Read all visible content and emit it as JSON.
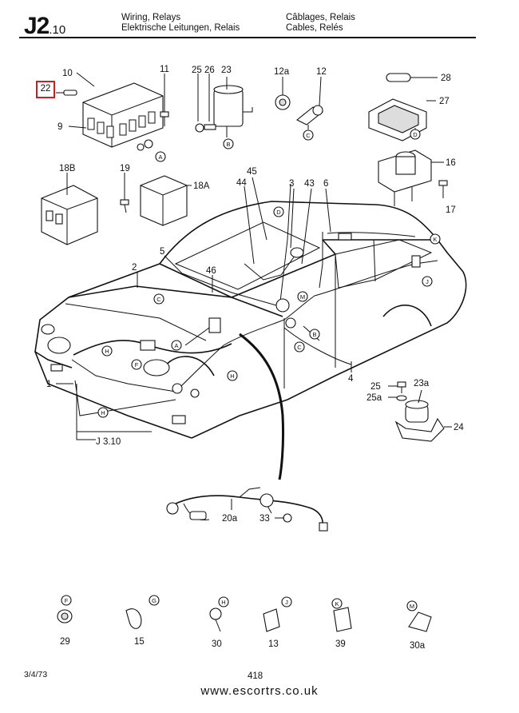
{
  "header": {
    "code": "J2",
    "subcode": ".10",
    "title_en": "Wiring, Relays",
    "title_de": "Elektrische Leitungen, Relais",
    "title_fr": "Câblages, Relais",
    "title_es": "Cables, Relés"
  },
  "footer": {
    "date": "3/4/73",
    "page": "418",
    "url": "www.escortrs.co.uk"
  },
  "highlight": {
    "label": "22",
    "color": "#cc1f1f"
  },
  "callouts": [
    {
      "id": "c10",
      "text": "10"
    },
    {
      "id": "c9",
      "text": "9"
    },
    {
      "id": "c11",
      "text": "11"
    },
    {
      "id": "c25a",
      "text": "25"
    },
    {
      "id": "c26",
      "text": "26"
    },
    {
      "id": "c23",
      "text": "23"
    },
    {
      "id": "c12a",
      "text": "12a"
    },
    {
      "id": "c12",
      "text": "12"
    },
    {
      "id": "c28",
      "text": "28"
    },
    {
      "id": "c27",
      "text": "27"
    },
    {
      "id": "c16",
      "text": "16"
    },
    {
      "id": "c17",
      "text": "17"
    },
    {
      "id": "c18B",
      "text": "18B"
    },
    {
      "id": "c19",
      "text": "19"
    },
    {
      "id": "c18A",
      "text": "18A"
    },
    {
      "id": "c45",
      "text": "45"
    },
    {
      "id": "c44",
      "text": "44"
    },
    {
      "id": "c3",
      "text": "3"
    },
    {
      "id": "c43",
      "text": "43"
    },
    {
      "id": "c6",
      "text": "6"
    },
    {
      "id": "c5",
      "text": "5"
    },
    {
      "id": "c2",
      "text": "2"
    },
    {
      "id": "c46",
      "text": "46"
    },
    {
      "id": "c1",
      "text": "1"
    },
    {
      "id": "c4",
      "text": "4"
    },
    {
      "id": "cJ310",
      "text": "J 3.10"
    },
    {
      "id": "c25b",
      "text": "25"
    },
    {
      "id": "c25a2",
      "text": "25a"
    },
    {
      "id": "c23a",
      "text": "23a"
    },
    {
      "id": "c24",
      "text": "24"
    },
    {
      "id": "c20a",
      "text": "20a"
    },
    {
      "id": "c33",
      "text": "33"
    },
    {
      "id": "c29",
      "text": "29"
    },
    {
      "id": "c15",
      "text": "15"
    },
    {
      "id": "c30",
      "text": "30"
    },
    {
      "id": "c13",
      "text": "13"
    },
    {
      "id": "c39",
      "text": "39"
    },
    {
      "id": "c30a",
      "text": "30a"
    }
  ],
  "circles": [
    {
      "id": "rA1",
      "text": "A"
    },
    {
      "id": "rB1",
      "text": "B"
    },
    {
      "id": "rC1",
      "text": "C"
    },
    {
      "id": "rD1",
      "text": "D"
    },
    {
      "id": "rD2",
      "text": "D"
    },
    {
      "id": "rK1",
      "text": "K"
    },
    {
      "id": "rJ1",
      "text": "J"
    },
    {
      "id": "rC2",
      "text": "C"
    },
    {
      "id": "rM1",
      "text": "M"
    },
    {
      "id": "rB2",
      "text": "B"
    },
    {
      "id": "rC3",
      "text": "C"
    },
    {
      "id": "rA2",
      "text": "A"
    },
    {
      "id": "rH1",
      "text": "H"
    },
    {
      "id": "rH2",
      "text": "H"
    },
    {
      "id": "rH3",
      "text": "H"
    },
    {
      "id": "rF1",
      "text": "F"
    },
    {
      "id": "rF2",
      "text": "F"
    },
    {
      "id": "rG1",
      "text": "G"
    },
    {
      "id": "rH4",
      "text": "H"
    },
    {
      "id": "rJ2",
      "text": "J"
    },
    {
      "id": "rK2",
      "text": "K"
    },
    {
      "id": "rM2",
      "text": "M"
    }
  ]
}
